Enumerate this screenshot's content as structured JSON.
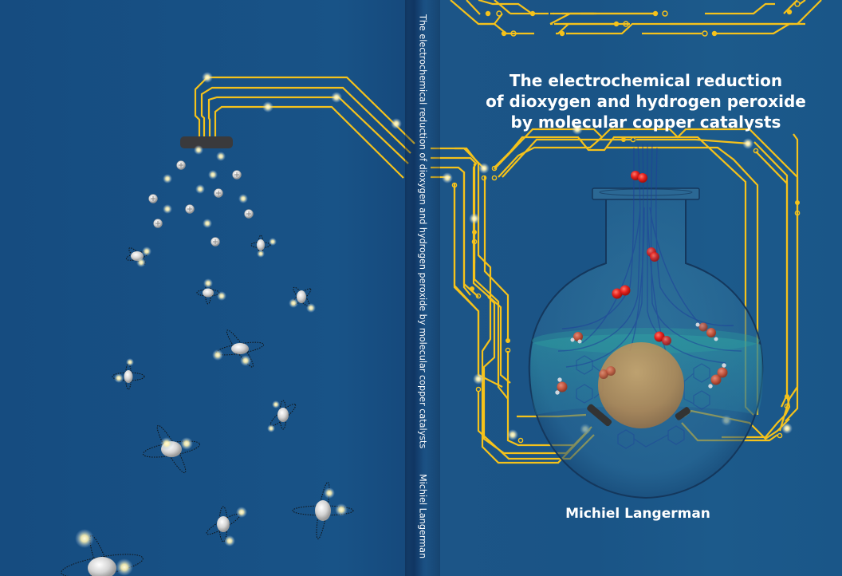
{
  "cover": {
    "front": {
      "title_lines": [
        "The electrochemical reduction",
        "of dioxygen and hydrogen peroxide",
        "by molecular copper catalysts"
      ],
      "author": "Michiel Langerman"
    },
    "spine": {
      "title": "The electrochemical reduction of dioxygen and hydrogen peroxide by molecular copper catalysts",
      "author": "Michiel Langerman"
    },
    "illustration": {
      "front": "round-bottom flask with O2 and H2O2 molecules, copper catalyst sphere, electrodes wired to circuit traces",
      "back": "electrode emitting electrons and protons, H2 molecules with orbital ellipses"
    },
    "colors": {
      "background": "#1a5486",
      "trace": "#f5c21b",
      "text": "#ffffff",
      "oxygen": "#e8231f",
      "catalyst": "#c8955a",
      "electrode": "#333333"
    }
  }
}
